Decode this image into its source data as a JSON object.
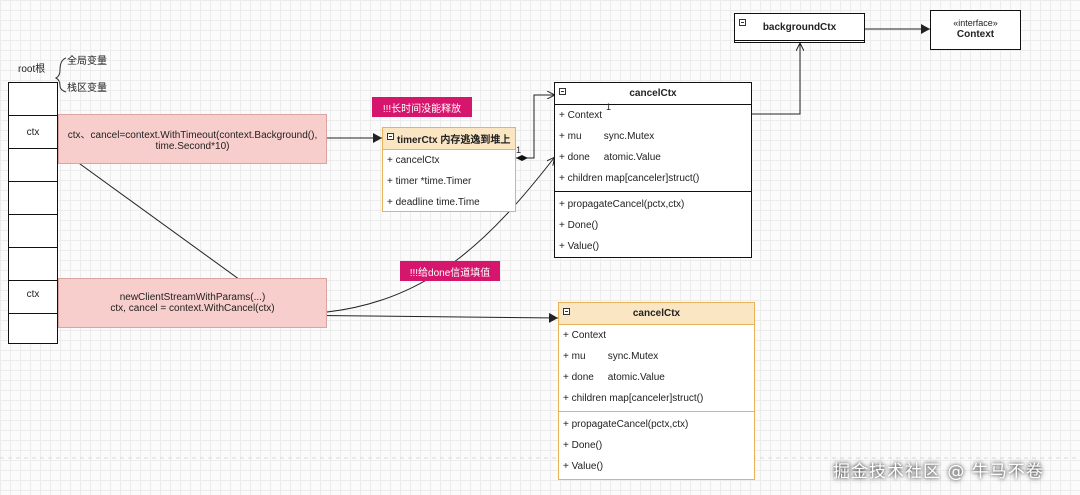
{
  "stack": {
    "root_label": "root根",
    "global_var": "全局变量",
    "stack_var": "栈区变量",
    "cell_ctx_1": "ctx",
    "cell_ctx_2": "ctx"
  },
  "code_boxes": {
    "timeout_line1": "ctx、cancel=context.WithTimeout(context.Background(),",
    "timeout_line2": "time.Second*10)",
    "cancel_line1": "newClientStreamWithParams(...)",
    "cancel_line2": "ctx, cancel = context.WithCancel(ctx)"
  },
  "tags": {
    "leak": "!!!长时间没能释放",
    "fill_done": "!!!给done信道填值"
  },
  "background_ctx": {
    "title": "backgroundCtx"
  },
  "context_interface": {
    "stereotype": "«interface»",
    "title": "Context"
  },
  "timer_ctx": {
    "title": "timerCtx 内存逃逸到堆上",
    "rows": [
      "+ cancelCtx",
      "+ timer *time.Timer",
      "+ deadline time.Time"
    ]
  },
  "cancel_ctx_top": {
    "title": "cancelCtx",
    "fields": [
      "+ Context",
      "+ mu        sync.Mutex",
      "+ done     atomic.Value",
      "+ children map[canceler]struct()"
    ],
    "methods": [
      "+ propagateCancel(pctx,ctx)",
      "+ Done()",
      "+ Value()"
    ]
  },
  "cancel_ctx_bottom": {
    "title": "cancelCtx",
    "fields": [
      "+ Context",
      "+ mu        sync.Mutex",
      "+ done     atomic.Value",
      "+ children map[canceler]struct()"
    ],
    "methods": [
      "+ propagateCancel(pctx,ctx)",
      "+ Done()",
      "+ Value()"
    ]
  },
  "multiplicity": {
    "one_a": "1",
    "one_b": "1"
  },
  "watermark": "掘金技术社区 @ 牛马不卷"
}
